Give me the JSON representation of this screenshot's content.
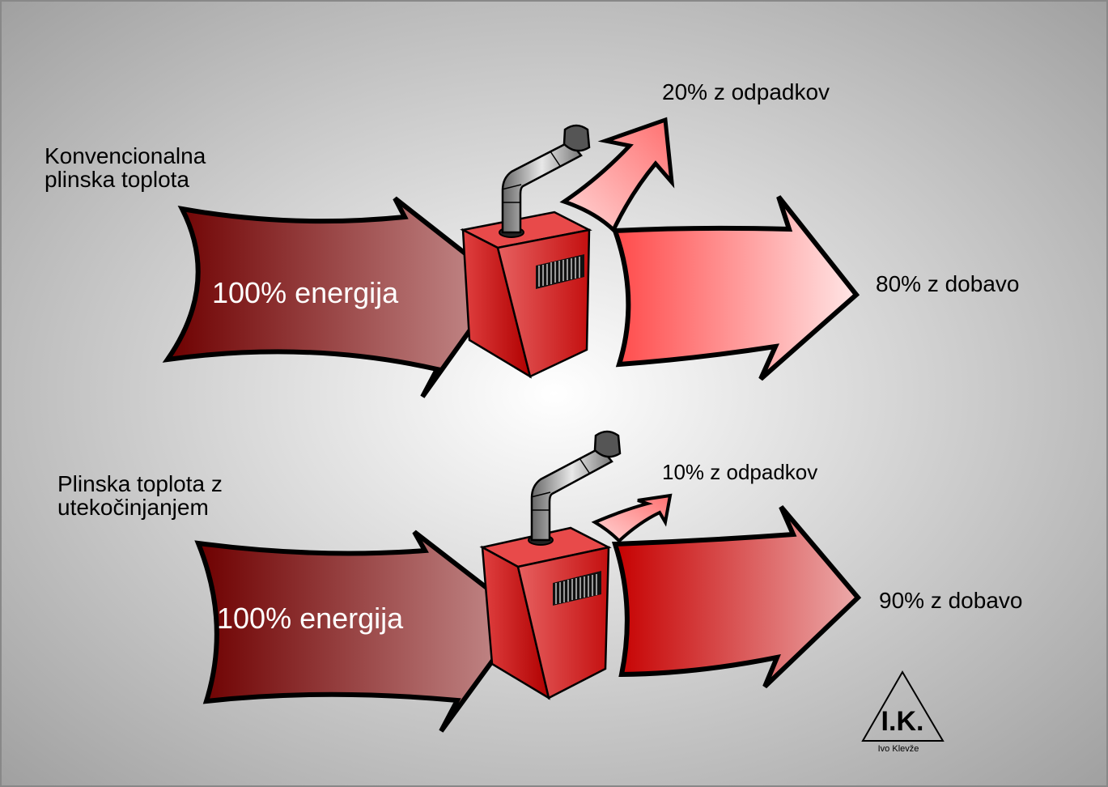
{
  "diagram": {
    "top": {
      "title_line1": "Konvencionalna",
      "title_line2": "plinska toplota",
      "input_label": "100% energija",
      "waste_label": "20% z odpadkov",
      "output_label": "80% z dobavo"
    },
    "bottom": {
      "title_line1": "Plinska toplota z",
      "title_line2": "utekočinjanjem",
      "input_label": "100% energija",
      "waste_label": "10% z odpadkov",
      "output_label": "90% z dobavo"
    },
    "signature": {
      "initials": "I.K.",
      "name": "Ivo Klevže"
    }
  },
  "colors": {
    "input_dark": "#6e0000",
    "input_light": "#c08080",
    "boiler_red": "#d42020",
    "output_red": "#ff5050",
    "output_light": "#ffe0e0",
    "outline": "#000000"
  }
}
